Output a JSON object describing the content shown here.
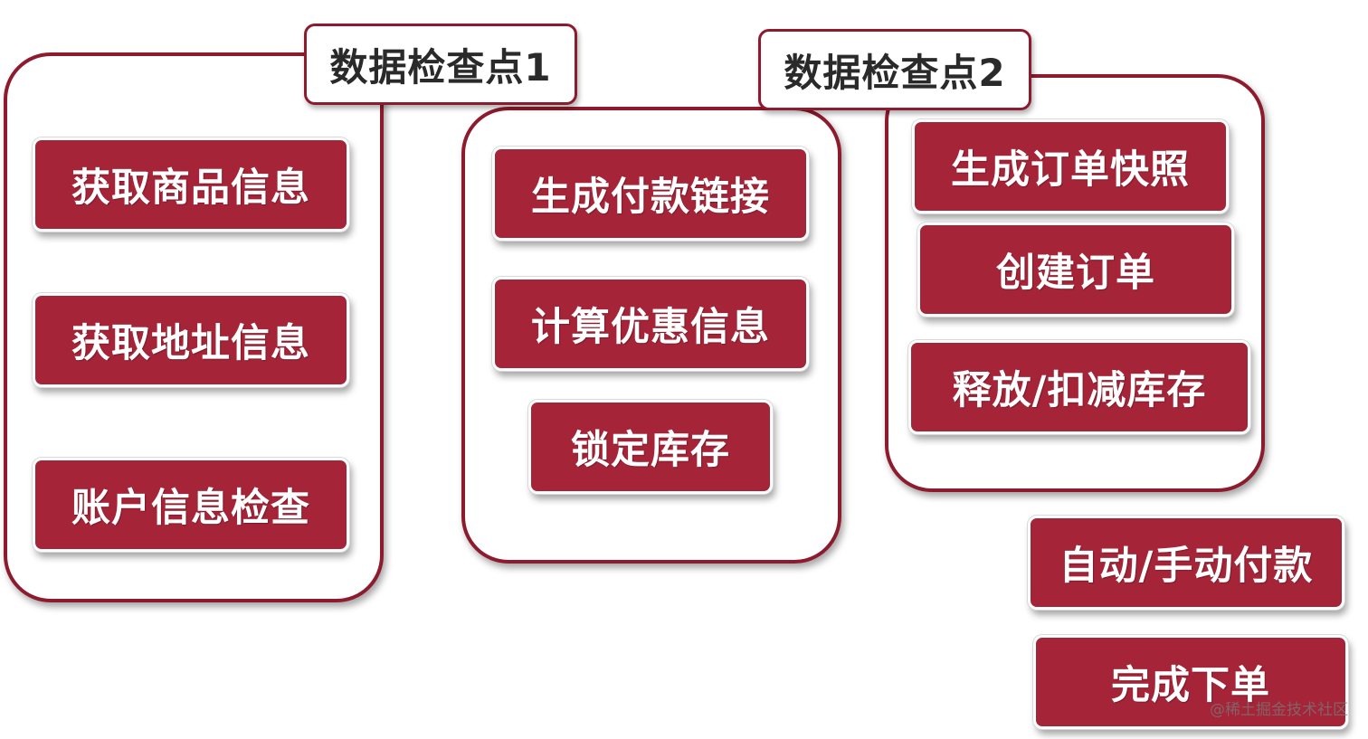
{
  "checkpoints": {
    "cp1": "数据检查点1",
    "cp2": "数据检查点2"
  },
  "groups": {
    "g1": [
      "获取商品信息",
      "获取地址信息",
      "账户信息检查"
    ],
    "g2": [
      "生成付款链接",
      "计算优惠信息",
      "锁定库存"
    ],
    "g3": [
      "生成订单快照",
      "创建订单",
      "释放/扣减库存"
    ]
  },
  "final_steps": [
    "自动/手动付款",
    "完成下单"
  ],
  "watermark": "@稀土掘金技术社区",
  "colors": {
    "step_fill": "#a52438",
    "border": "#8e1b2d"
  }
}
